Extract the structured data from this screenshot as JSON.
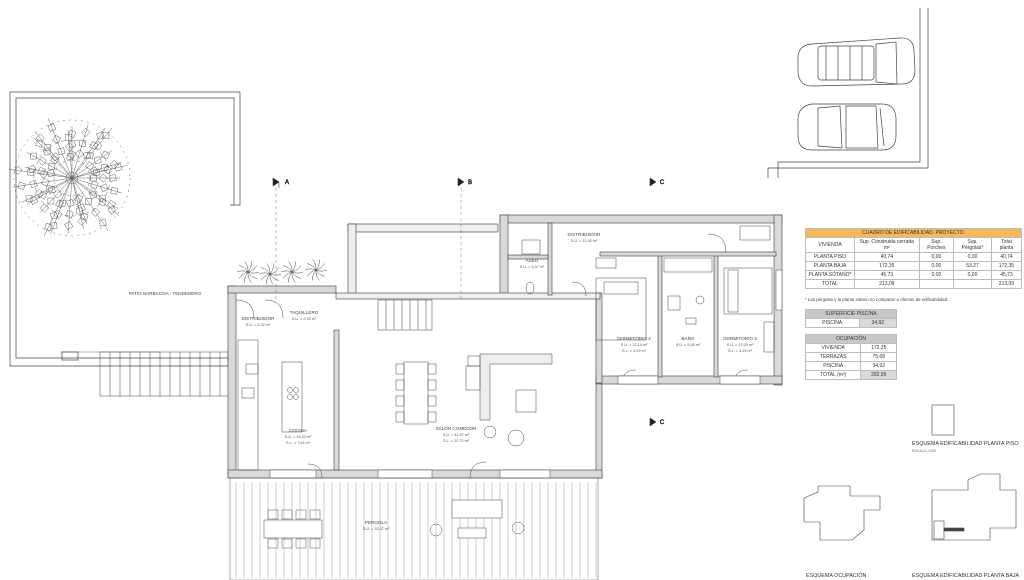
{
  "rooms": {
    "patio": "PATIO BARBACOA - TENDEDERO",
    "distribuidor_1": "DISTRIBUIDOR",
    "distribuidor_1_area": "S.Ú. = 3,32 m²",
    "vestibulo": "TAQUILLERO",
    "vestibulo_area": "S.Ú. = 2,92 m²",
    "cocina": "COCINA",
    "cocina_area1": "S.Ú. = 15,43 m²",
    "cocina_area2": "S.L. = 7,61 m²",
    "salon": "SALÓN COMEDOR",
    "salon_area1": "S.Ú. = 41,97 m²",
    "salon_area2": "S.L. = 12,73 m²",
    "aseo": "ASEO",
    "aseo_area": "S.Ú. = 3,07 m²",
    "distribuidor_2": "DISTRIBUIDOR",
    "distribuidor_2_area": "S.Ú. = 11,92 m²",
    "dorm2": "DORMITORIO 2",
    "dorm2_area1": "S.Ú. = 12,14 m²",
    "dorm2_area2": "S.L. = 3,29 m²",
    "bano": "BAÑO",
    "bano_area": "S.Ú. = 5,80 m²",
    "dorm3": "DORMITORIO 3",
    "dorm3_area1": "S.Ú. = 12,03 m²",
    "dorm3_area2": "S.L. = 3,29 m²",
    "pergola": "PERGOLA",
    "pergola_area": "S.Ú. = 33,37 m²"
  },
  "section_marks": [
    "A",
    "B",
    "C"
  ],
  "summary_table": {
    "title": "CUADRO DE EDIFICABILIDAD. PROYECTO.",
    "headers": [
      "VIVIENDA",
      "Sup. Construida cerrada m²",
      "Sup. Porches",
      "Sup. Pérgolas*",
      "Total planta"
    ],
    "rows": [
      [
        "PLANTA PISO",
        "40,74",
        "0,00",
        "0,00",
        "40,74"
      ],
      [
        "PLANTA BAJA",
        "172,35",
        "0,00",
        "53,27",
        "172,35"
      ],
      [
        "PLANTA SÓTANO*",
        "45,73",
        "0,00",
        "0,00",
        "45,73"
      ],
      [
        "TOTAL",
        "213,09",
        "",
        "",
        "213,09"
      ]
    ],
    "note": "* Las pérgolas y la planta sótano no computan a efectos de edificabilidad."
  },
  "pool_table": {
    "title": "SUPERFICIE PISCINA",
    "rows": [
      [
        "PISCINA",
        "34,92"
      ]
    ]
  },
  "occupancy_table": {
    "title": "OCUPACIÓN",
    "rows": [
      [
        "VIVIENDA",
        "172,35"
      ],
      [
        "TERRAZAS",
        "75,68"
      ],
      [
        "PISCINA",
        "34,92"
      ],
      [
        "TOTAL (m²)",
        "282,95"
      ]
    ]
  },
  "schemas": {
    "planta_piso": "ESQUEMA EDIFICABILIDAD PLANTA PISO",
    "planta_piso_scale": "ESCALA 1:500",
    "ocupacion": "ESQUEMA OCUPACIÓN",
    "planta_baja": "ESQUEMA EDIFICABILIDAD PLANTA BAJA"
  },
  "colors": {
    "wall_fill": "#d9d9d9",
    "line": "#3a3a3a",
    "header_orange": "#f5b85a",
    "header_grey": "#c8c8c8"
  }
}
